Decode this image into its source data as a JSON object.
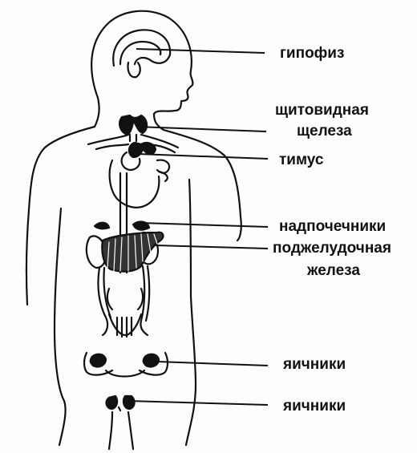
{
  "labels": {
    "pituitary": "гипофиз",
    "thyroid_1": "щитовидная",
    "thyroid_2": "щелеза",
    "thymus": "тимус",
    "adrenals": "надпочечники",
    "pancreas_1": "поджелудочная",
    "pancreas_2": "железа",
    "ovaries": "яичники",
    "testes": "яичники"
  },
  "colors": {
    "ink": "#111111",
    "paper": "#fdfdfd"
  }
}
